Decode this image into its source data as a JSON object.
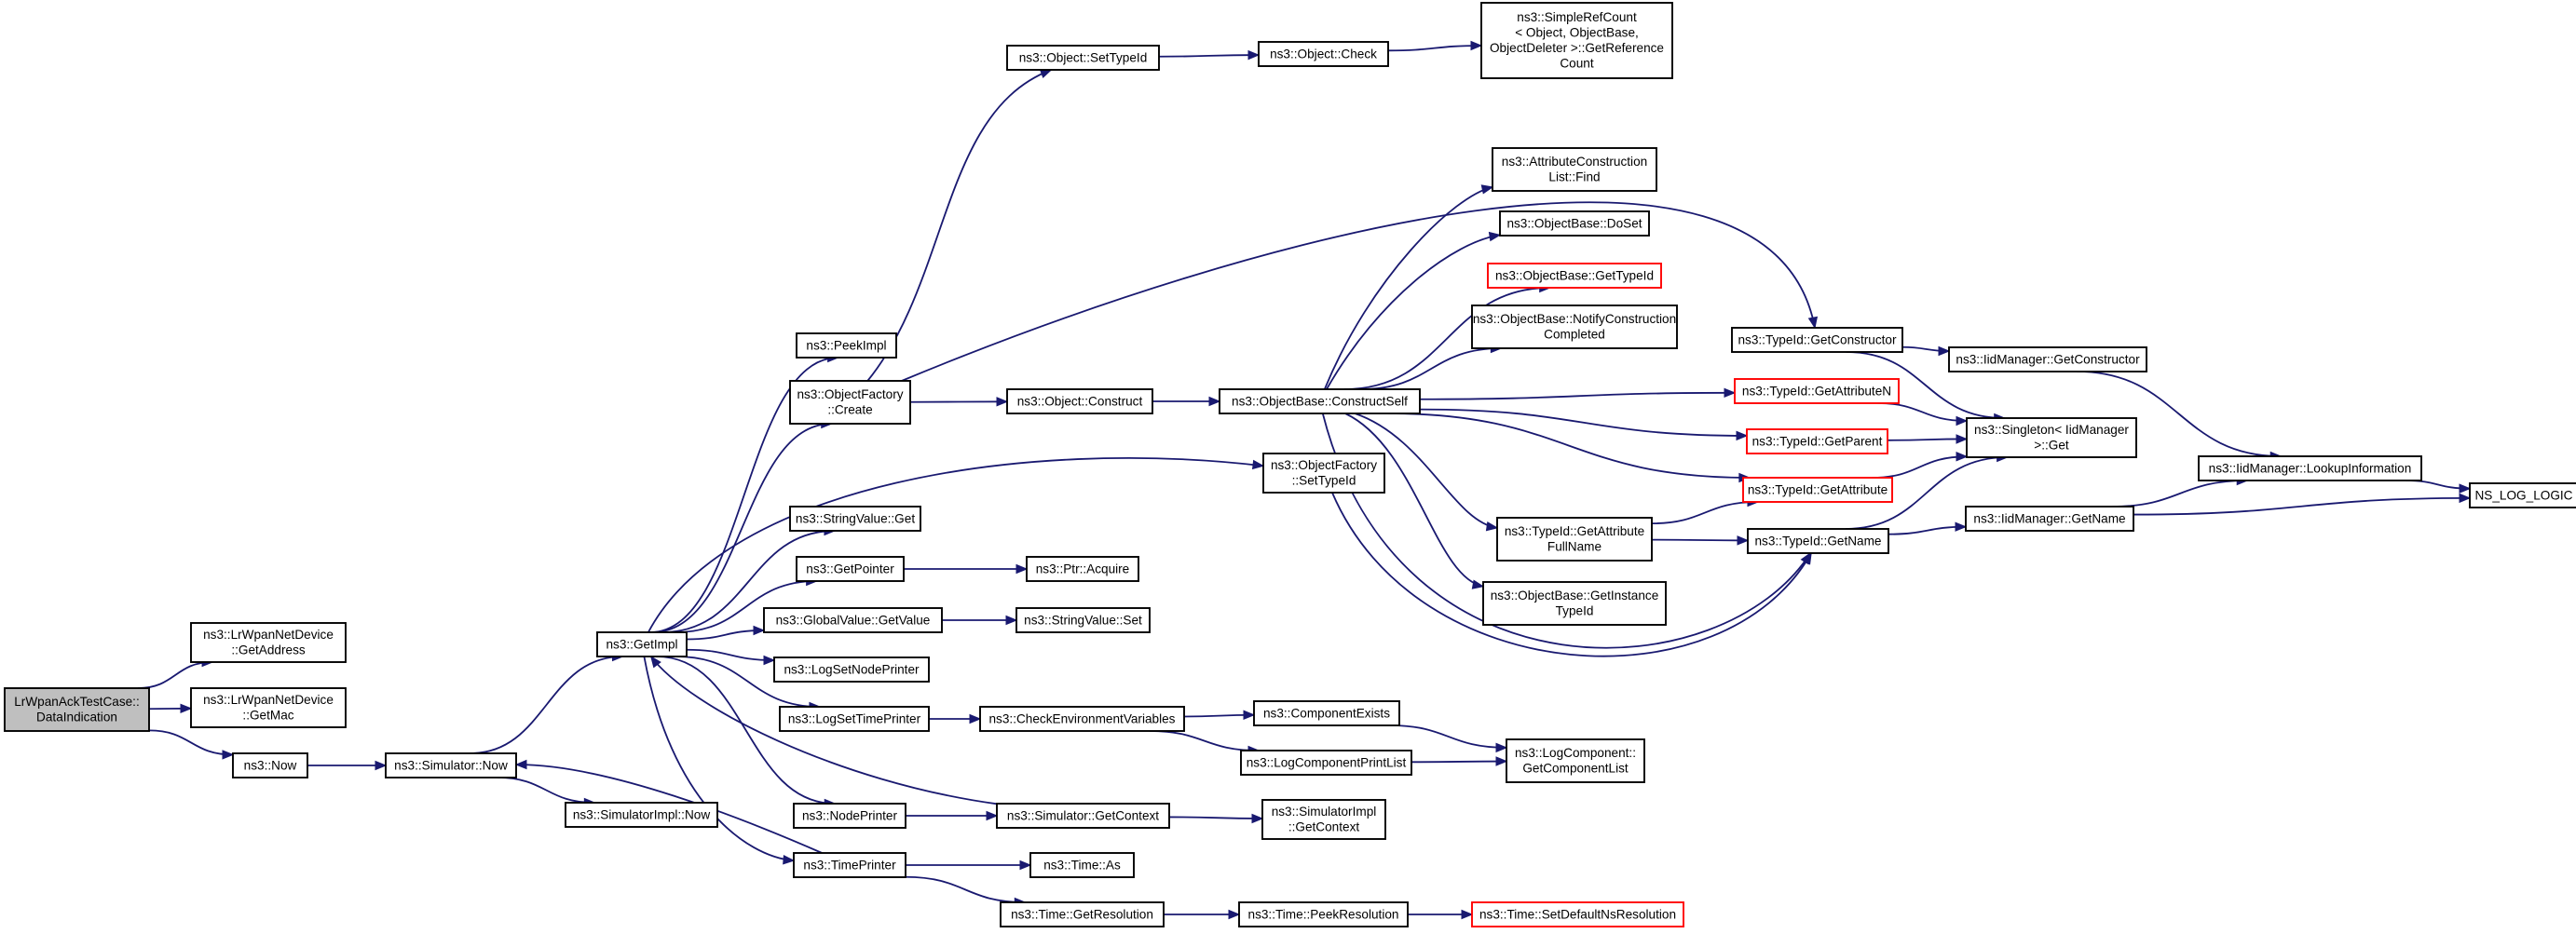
{
  "nodes": [
    {
      "id": "root",
      "lines": [
        "LrWpanAckTestCase::",
        "DataIndication"
      ],
      "style": "root"
    },
    {
      "id": "getaddress",
      "lines": [
        "ns3::LrWpanNetDevice",
        "::GetAddress"
      ],
      "style": "normal"
    },
    {
      "id": "getmac",
      "lines": [
        "ns3::LrWpanNetDevice",
        "::GetMac"
      ],
      "style": "normal"
    },
    {
      "id": "now",
      "lines": [
        "ns3::Now"
      ],
      "style": "normal"
    },
    {
      "id": "simnow",
      "lines": [
        "ns3::Simulator::Now"
      ],
      "style": "normal"
    },
    {
      "id": "simimplnow",
      "lines": [
        "ns3::SimulatorImpl::Now"
      ],
      "style": "normal"
    },
    {
      "id": "getimpl",
      "lines": [
        "ns3::GetImpl"
      ],
      "style": "normal"
    },
    {
      "id": "peekimpl",
      "lines": [
        "ns3::PeekImpl"
      ],
      "style": "normal"
    },
    {
      "id": "ofcreate",
      "lines": [
        "ns3::ObjectFactory",
        "::Create"
      ],
      "style": "normal"
    },
    {
      "id": "stringvalueget",
      "lines": [
        "ns3::StringValue::Get"
      ],
      "style": "normal"
    },
    {
      "id": "getpointer",
      "lines": [
        "ns3::GetPointer"
      ],
      "style": "normal"
    },
    {
      "id": "gvgetvalue",
      "lines": [
        "ns3::GlobalValue::GetValue"
      ],
      "style": "normal"
    },
    {
      "id": "logsetnodeprinter",
      "lines": [
        "ns3::LogSetNodePrinter"
      ],
      "style": "normal"
    },
    {
      "id": "logsettimeprinter",
      "lines": [
        "ns3::LogSetTimePrinter"
      ],
      "style": "normal"
    },
    {
      "id": "nodeprinter",
      "lines": [
        "ns3::NodePrinter"
      ],
      "style": "normal"
    },
    {
      "id": "timeprinter",
      "lines": [
        "ns3::TimePrinter"
      ],
      "style": "normal"
    },
    {
      "id": "objsettypeid",
      "lines": [
        "ns3::Object::SetTypeId"
      ],
      "style": "normal"
    },
    {
      "id": "objconstruct",
      "lines": [
        "ns3::Object::Construct"
      ],
      "style": "normal"
    },
    {
      "id": "ptracquire",
      "lines": [
        "ns3::Ptr::Acquire"
      ],
      "style": "normal"
    },
    {
      "id": "stringvalueset",
      "lines": [
        "ns3::StringValue::Set"
      ],
      "style": "normal"
    },
    {
      "id": "checkenv",
      "lines": [
        "ns3::CheckEnvironmentVariables"
      ],
      "style": "normal"
    },
    {
      "id": "simgetcontext",
      "lines": [
        "ns3::Simulator::GetContext"
      ],
      "style": "normal"
    },
    {
      "id": "timeas",
      "lines": [
        "ns3::Time::As"
      ],
      "style": "normal"
    },
    {
      "id": "timegetres",
      "lines": [
        "ns3::Time::GetResolution"
      ],
      "style": "normal"
    },
    {
      "id": "objcheck",
      "lines": [
        "ns3::Object::Check"
      ],
      "style": "normal"
    },
    {
      "id": "obconstructself",
      "lines": [
        "ns3::ObjectBase::ConstructSelf"
      ],
      "style": "normal"
    },
    {
      "id": "ofsettypeid",
      "lines": [
        "ns3::ObjectFactory",
        "::SetTypeId"
      ],
      "style": "normal"
    },
    {
      "id": "compexists",
      "lines": [
        "ns3::ComponentExists"
      ],
      "style": "normal"
    },
    {
      "id": "logcompprintlist",
      "lines": [
        "ns3::LogComponentPrintList"
      ],
      "style": "normal"
    },
    {
      "id": "simimplgetcontext",
      "lines": [
        "ns3::SimulatorImpl",
        "::GetContext"
      ],
      "style": "normal"
    },
    {
      "id": "timepeekres",
      "lines": [
        "ns3::Time::PeekResolution"
      ],
      "style": "normal"
    },
    {
      "id": "simplerefcount",
      "lines": [
        "ns3::SimpleRefCount",
        "< Object, ObjectBase,",
        "ObjectDeleter >::GetReference",
        "Count"
      ],
      "style": "normal"
    },
    {
      "id": "acfind",
      "lines": [
        "ns3::AttributeConstruction",
        "List::Find"
      ],
      "style": "normal"
    },
    {
      "id": "obdoset",
      "lines": [
        "ns3::ObjectBase::DoSet"
      ],
      "style": "normal"
    },
    {
      "id": "obgettypeid",
      "lines": [
        "ns3::ObjectBase::GetTypeId"
      ],
      "style": "truncated"
    },
    {
      "id": "obnotify",
      "lines": [
        "ns3::ObjectBase::NotifyConstruction",
        "Completed"
      ],
      "style": "normal"
    },
    {
      "id": "tigetattrfullname",
      "lines": [
        "ns3::TypeId::GetAttribute",
        "FullName"
      ],
      "style": "normal"
    },
    {
      "id": "obgetinstance",
      "lines": [
        "ns3::ObjectBase::GetInstance",
        "TypeId"
      ],
      "style": "normal"
    },
    {
      "id": "logcompgetlist",
      "lines": [
        "ns3::LogComponent::",
        "GetComponentList"
      ],
      "style": "normal"
    },
    {
      "id": "timesetdefault",
      "lines": [
        "ns3::Time::SetDefaultNsResolution"
      ],
      "style": "truncated"
    },
    {
      "id": "tigetconstructor",
      "lines": [
        "ns3::TypeId::GetConstructor"
      ],
      "style": "normal"
    },
    {
      "id": "tigetattributen",
      "lines": [
        "ns3::TypeId::GetAttributeN"
      ],
      "style": "truncated"
    },
    {
      "id": "tigetparent",
      "lines": [
        "ns3::TypeId::GetParent"
      ],
      "style": "truncated"
    },
    {
      "id": "tigetattribute",
      "lines": [
        "ns3::TypeId::GetAttribute"
      ],
      "style": "truncated"
    },
    {
      "id": "tigetname",
      "lines": [
        "ns3::TypeId::GetName"
      ],
      "style": "normal"
    },
    {
      "id": "iidgetconstructor",
      "lines": [
        "ns3::IidManager::GetConstructor"
      ],
      "style": "normal"
    },
    {
      "id": "singletonget",
      "lines": [
        "ns3::Singleton< IidManager",
        " >::Get"
      ],
      "style": "normal"
    },
    {
      "id": "iidgetname",
      "lines": [
        "ns3::IidManager::GetName"
      ],
      "style": "normal"
    },
    {
      "id": "iidlookup",
      "lines": [
        "ns3::IidManager::LookupInformation"
      ],
      "style": "normal"
    },
    {
      "id": "nslogic",
      "lines": [
        "NS_LOG_LOGIC"
      ],
      "style": "normal"
    }
  ],
  "edges": [
    [
      "root",
      "getaddress"
    ],
    [
      "root",
      "getmac"
    ],
    [
      "root",
      "now"
    ],
    [
      "now",
      "simnow"
    ],
    [
      "simnow",
      "getimpl"
    ],
    [
      "simnow",
      "simimplnow"
    ],
    [
      "getimpl",
      "peekimpl"
    ],
    [
      "getimpl",
      "ofcreate"
    ],
    [
      "getimpl",
      "ofsettypeid"
    ],
    [
      "getimpl",
      "stringvalueget"
    ],
    [
      "getimpl",
      "getpointer"
    ],
    [
      "getimpl",
      "gvgetvalue"
    ],
    [
      "getimpl",
      "logsetnodeprinter"
    ],
    [
      "getimpl",
      "logsettimeprinter"
    ],
    [
      "getimpl",
      "nodeprinter"
    ],
    [
      "getimpl",
      "timeprinter"
    ],
    [
      "ofcreate",
      "objsettypeid"
    ],
    [
      "ofcreate",
      "objconstruct"
    ],
    [
      "ofcreate",
      "tigetconstructor"
    ],
    [
      "objsettypeid",
      "objcheck"
    ],
    [
      "objcheck",
      "simplerefcount"
    ],
    [
      "objconstruct",
      "obconstructself"
    ],
    [
      "obconstructself",
      "acfind"
    ],
    [
      "obconstructself",
      "obdoset"
    ],
    [
      "obconstructself",
      "obgettypeid"
    ],
    [
      "obconstructself",
      "obnotify"
    ],
    [
      "obconstructself",
      "tigetattributen"
    ],
    [
      "obconstructself",
      "tigetparent"
    ],
    [
      "obconstructself",
      "tigetattribute"
    ],
    [
      "obconstructself",
      "tigetattrfullname"
    ],
    [
      "obconstructself",
      "obgetinstance"
    ],
    [
      "obconstructself",
      "tigetname"
    ],
    [
      "ofsettypeid",
      "tigetname"
    ],
    [
      "getpointer",
      "ptracquire"
    ],
    [
      "gvgetvalue",
      "stringvalueset"
    ],
    [
      "logsettimeprinter",
      "checkenv"
    ],
    [
      "checkenv",
      "compexists"
    ],
    [
      "checkenv",
      "logcompprintlist"
    ],
    [
      "compexists",
      "logcompgetlist"
    ],
    [
      "logcompprintlist",
      "logcompgetlist"
    ],
    [
      "nodeprinter",
      "simgetcontext"
    ],
    [
      "simgetcontext",
      "getimpl"
    ],
    [
      "simgetcontext",
      "simimplgetcontext"
    ],
    [
      "timeprinter",
      "simnow"
    ],
    [
      "timeprinter",
      "timeas"
    ],
    [
      "timeprinter",
      "timegetres"
    ],
    [
      "timegetres",
      "timepeekres"
    ],
    [
      "timepeekres",
      "timesetdefault"
    ],
    [
      "tigetattrfullname",
      "tigetattribute"
    ],
    [
      "tigetattrfullname",
      "tigetname"
    ],
    [
      "tigetconstructor",
      "iidgetconstructor"
    ],
    [
      "tigetconstructor",
      "singletonget"
    ],
    [
      "tigetattributen",
      "singletonget"
    ],
    [
      "tigetparent",
      "singletonget"
    ],
    [
      "tigetattribute",
      "singletonget"
    ],
    [
      "tigetname",
      "singletonget"
    ],
    [
      "tigetname",
      "iidgetname"
    ],
    [
      "iidgetconstructor",
      "iidlookup"
    ],
    [
      "iidgetname",
      "iidlookup"
    ],
    [
      "iidgetname",
      "nslogic"
    ],
    [
      "iidlookup",
      "nslogic"
    ]
  ]
}
